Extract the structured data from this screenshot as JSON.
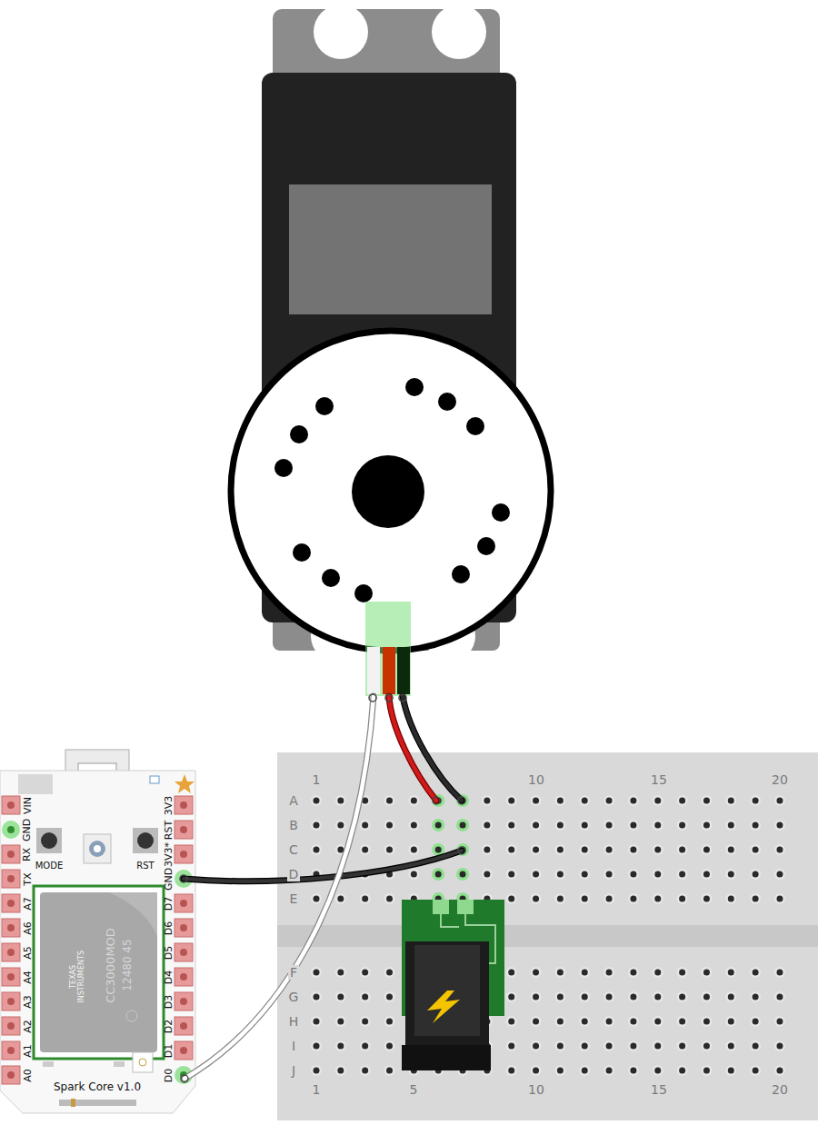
{
  "diagram": {
    "labels": [
      "1",
      "10",
      "15",
      "20",
      "A",
      "B",
      "C",
      "D",
      "E",
      "F",
      "G",
      "H",
      "I",
      "J",
      "1",
      "5",
      "10",
      "15",
      "20",
      "VIN",
      "GND",
      "RX",
      "TX",
      "A7",
      "A6",
      "A5",
      "A4",
      "A3",
      "A2",
      "A1",
      "A0",
      "3V3",
      "RST",
      "3V3*",
      "GND",
      "D7",
      "D6",
      "D5",
      "D4",
      "D3",
      "D2",
      "D1",
      "D0",
      "MODE",
      "RST",
      "TEXAS INSTRUMENTS",
      "CC3000MOD",
      "12480 45",
      "Spark Core v1.0"
    ]
  }
}
